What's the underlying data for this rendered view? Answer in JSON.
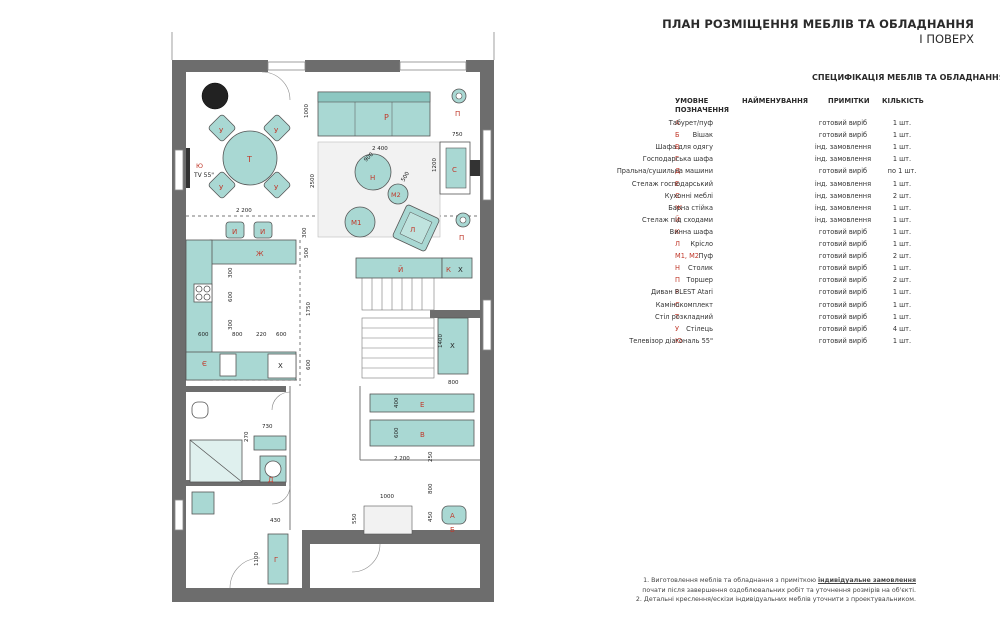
{
  "title": {
    "line1": "ПЛАН РОЗМІЩЕННЯ МЕБЛІВ ТА ОБЛАДНАННЯ",
    "line2": "І ПОВЕРХ"
  },
  "spec": {
    "title": "СПЕЦИФІКАЦІЯ МЕБЛІВ ТА ОБЛАДНАННЯ",
    "headers": {
      "code_line1": "УМОВНЕ",
      "code_line2": "ПОЗНАЧЕННЯ",
      "name": "НАЙМЕНУВАННЯ",
      "note": "ПРИМІТКИ",
      "qty": "КІЛЬКІСТЬ"
    },
    "rows": [
      {
        "code": "А",
        "name": "Табурет/пуф",
        "note": "готовий виріб",
        "qty": "1 шт."
      },
      {
        "code": "Б",
        "name": "Вішак",
        "note": "готовий виріб",
        "qty": "1 шт."
      },
      {
        "code": "В",
        "name": "Шафа для одягу",
        "note": "інд. замовлення",
        "qty": "1 шт."
      },
      {
        "code": "Г",
        "name": "Господарська шафа",
        "note": "інд. замовлення",
        "qty": "1 шт."
      },
      {
        "code": "Д",
        "name": "Пральна/сушильна машини",
        "note": "готовий виріб",
        "qty": "по 1 шт."
      },
      {
        "code": "Е",
        "name": "Стелаж господарський",
        "note": "інд. замовлення",
        "qty": "1 шт."
      },
      {
        "code": "Є",
        "name": "Кухонні меблі",
        "note": "інд. замовлення",
        "qty": "2 шт."
      },
      {
        "code": "Ж",
        "name": "Барна стійка",
        "note": "інд. замовлення",
        "qty": "1 шт."
      },
      {
        "code": "Й",
        "name": "Стелаж під сходами",
        "note": "інд. замовлення",
        "qty": "1 шт."
      },
      {
        "code": "К",
        "name": "Винна шафа",
        "note": "готовий виріб",
        "qty": "1 шт."
      },
      {
        "code": "Л",
        "name": "Крісло",
        "note": "готовий виріб",
        "qty": "1 шт."
      },
      {
        "code": "М1, М2",
        "name": "Пуф",
        "note": "готовий виріб",
        "qty": "2 шт."
      },
      {
        "code": "Н",
        "name": "Столик",
        "note": "готовий виріб",
        "qty": "1 шт."
      },
      {
        "code": "П",
        "name": "Торшер",
        "note": "готовий виріб",
        "qty": "2 шт."
      },
      {
        "code": "Р",
        "name": "Диван BLEST Atari",
        "note": "готовий виріб",
        "qty": "1 шт."
      },
      {
        "code": "С",
        "name": "Камінокомплект",
        "note": "готовий виріб",
        "qty": "1 шт."
      },
      {
        "code": "Т",
        "name": "Стіл розкладний",
        "note": "готовий виріб",
        "qty": "1 шт."
      },
      {
        "code": "У",
        "name": "Стілець",
        "note": "готовий виріб",
        "qty": "4 шт."
      },
      {
        "code": "Ю",
        "name": "Телевізор діагональ 55\"",
        "note": "готовий виріб",
        "qty": "1 шт."
      }
    ]
  },
  "notes": {
    "line1_a": "1. Виготовлення меблів та обладнання з приміткою ",
    "line1_b": "індивідуальне замовлення",
    "line2": "почати після завершення оздоблювальних робіт та уточнення розмірів на об'єкті.",
    "line3": "2. Детальні креслення/ескізи індивідуальних меблів уточнити з проектувальником."
  },
  "plan": {
    "labels": {
      "r": "Р",
      "p": "П",
      "t": "Т",
      "u": "У",
      "yu": "Ю",
      "tv": "TV 55\"",
      "s": "С",
      "n": "Н",
      "m1": "М1",
      "m2": "М2",
      "l": "Л",
      "i": "И",
      "zh": "Ж",
      "y": "Й",
      "k": "К",
      "x": "Х",
      "ye": "Є",
      "e": "Е",
      "v": "В",
      "d": "Д",
      "a": "А",
      "b": "Б",
      "g": "Г"
    },
    "dims": {
      "d1000_top": "1000",
      "d750": "750",
      "d2400": "2 400",
      "d2500": "2500",
      "d1200": "1200",
      "d500": "500",
      "d900a": "900",
      "d2200": "2 200",
      "d300a": "300",
      "d300b": "300",
      "d600a": "600",
      "d1750": "1750",
      "d600b": "600",
      "d800a": "800",
      "d220": "220",
      "d600c": "600",
      "d300c": "300",
      "d1400": "1400",
      "d600d": "600",
      "d800b": "800",
      "d400": "400",
      "d600e": "600",
      "d730": "730",
      "d270": "270",
      "d2200b": "2 200",
      "d250": "250",
      "d800c": "800",
      "d1000b": "1000",
      "d550": "550",
      "d450": "450",
      "d430": "430",
      "d1100": "1100"
    }
  }
}
